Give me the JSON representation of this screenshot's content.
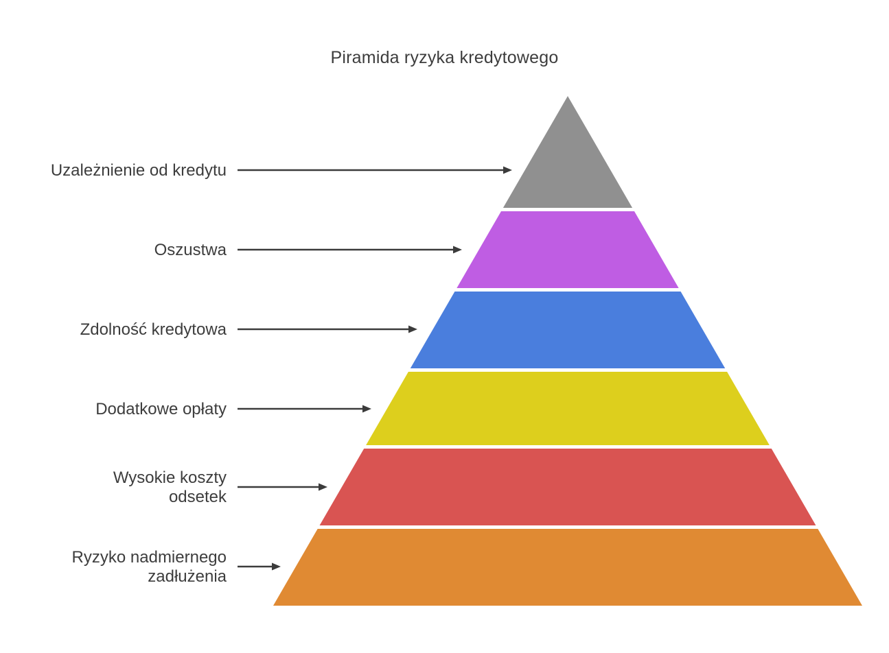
{
  "title": "Piramida ryzyka kredytowego",
  "colors": {
    "text": "#3d3d3d",
    "arrow": "#3b3b3b",
    "background": "#ffffff"
  },
  "levels": [
    {
      "id": "uzaleznienie-od-kredytu",
      "lines": [
        "Uzależnienie od kredytu"
      ],
      "label": "Uzależnienie od kredytu",
      "color": "#909090"
    },
    {
      "id": "oszustwa",
      "lines": [
        "Oszustwa"
      ],
      "label": "Oszustwa",
      "color": "#bf5de3"
    },
    {
      "id": "zdolnosc-kredytowa",
      "lines": [
        "Zdolność kredytowa"
      ],
      "label": "Zdolność kredytowa",
      "color": "#4a7edd"
    },
    {
      "id": "dodatkowe-oplaty",
      "lines": [
        "Dodatkowe opłaty"
      ],
      "label": "Dodatkowe opłaty",
      "color": "#ddcf1d"
    },
    {
      "id": "wysokie-koszty-odsetek",
      "lines": [
        "Wysokie koszty",
        "odsetek"
      ],
      "label": "Wysokie koszty odsetek",
      "color": "#d95452"
    },
    {
      "id": "ryzyko-nadmiernego-zadluzenia",
      "lines": [
        "Ryzyko nadmiernego",
        "zadłużenia"
      ],
      "label": "Ryzyko nadmiernego zadłużenia",
      "color": "#e08a33"
    }
  ]
}
